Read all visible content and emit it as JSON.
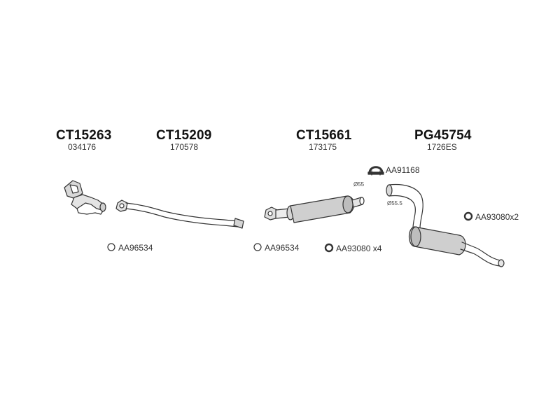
{
  "parts": [
    {
      "code": "CT15263",
      "ref": "034176"
    },
    {
      "code": "CT15209",
      "ref": "170578"
    },
    {
      "code": "CT15661",
      "ref": "173175"
    },
    {
      "code": "PG45754",
      "ref": "1726ES"
    }
  ],
  "accessories": {
    "clamp_top": "AA91168",
    "ring_left": "AA96534",
    "ring_mid": "AA96534",
    "gasket_mid": "AA93080 x4",
    "gasket_right": "AA93080x2"
  },
  "dimensions": {
    "d55": "Ø55",
    "d555": "Ø55.5"
  }
}
